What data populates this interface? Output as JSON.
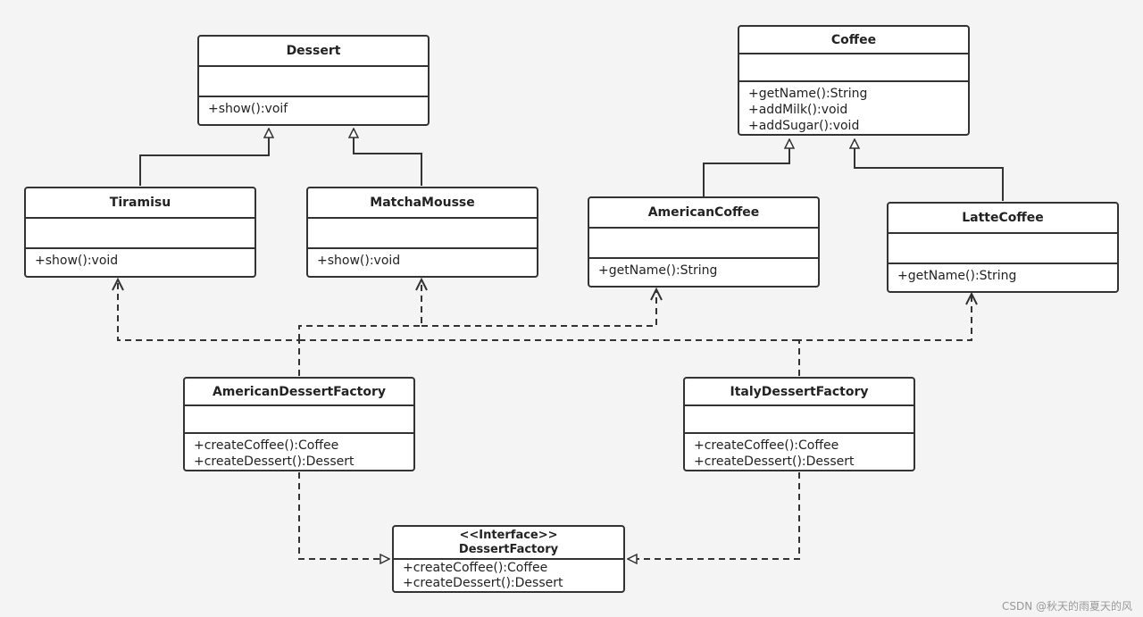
{
  "classes": {
    "dessert": {
      "name": "Dessert",
      "ops": [
        "+show():voif"
      ]
    },
    "tiramisu": {
      "name": "Tiramisu",
      "ops": [
        "+show():void"
      ]
    },
    "matcha_mousse": {
      "name": "MatchaMousse",
      "ops": [
        "+show():void"
      ]
    },
    "coffee": {
      "name": "Coffee",
      "ops": [
        "+getName():String",
        "+addMilk():void",
        "+addSugar():void"
      ]
    },
    "american_coffee": {
      "name": "AmericanCoffee",
      "ops": [
        "+getName():String"
      ]
    },
    "latte_coffee": {
      "name": "LatteCoffee",
      "ops": [
        "+getName():String"
      ]
    },
    "american_dessert_factory": {
      "name": "AmericanDessertFactory",
      "ops": [
        "+createCoffee():Coffee",
        "+createDessert():Dessert"
      ]
    },
    "italy_dessert_factory": {
      "name": "ItalyDessertFactory",
      "ops": [
        "+createCoffee():Coffee",
        "+createDessert():Dessert"
      ]
    },
    "dessert_factory": {
      "stereotype": "<<Interface>>",
      "name": "DessertFactory",
      "ops": [
        "+createCoffee():Coffee",
        "+createDessert():Dessert"
      ]
    }
  },
  "colors": {
    "line": "#333333",
    "box_fill": "#ffffff",
    "background": "#f4f4f4"
  },
  "watermark": "CSDN @秋天的雨夏天的风"
}
